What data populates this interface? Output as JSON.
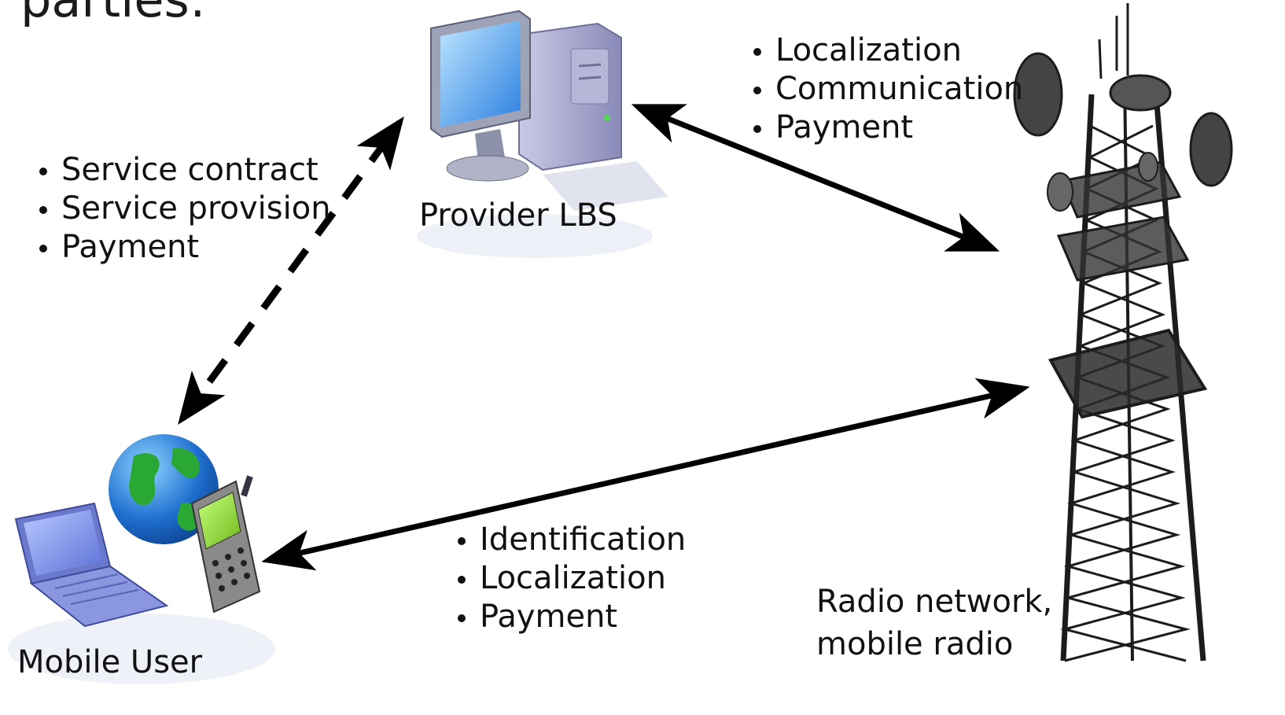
{
  "title_fragment": "parties:",
  "nodes": {
    "provider": {
      "label": "Provider LBS"
    },
    "mobile_user": {
      "label": "Mobile User"
    },
    "network": {
      "label_line1": "Radio network,",
      "label_line2": "mobile radio"
    }
  },
  "edges": {
    "user_provider": {
      "style": "dashed",
      "items": [
        "Service contract",
        "Service provision",
        "Payment"
      ]
    },
    "provider_network": {
      "style": "solid",
      "items": [
        "Localization",
        "Communication",
        "Payment"
      ]
    },
    "user_network": {
      "style": "solid",
      "items": [
        "Identification",
        "Localization",
        "Payment"
      ]
    }
  },
  "icons": {
    "provider": "desktop-computer-icon",
    "mobile_user": "globe-laptop-phone-icon",
    "network": "radio-tower-icon"
  }
}
